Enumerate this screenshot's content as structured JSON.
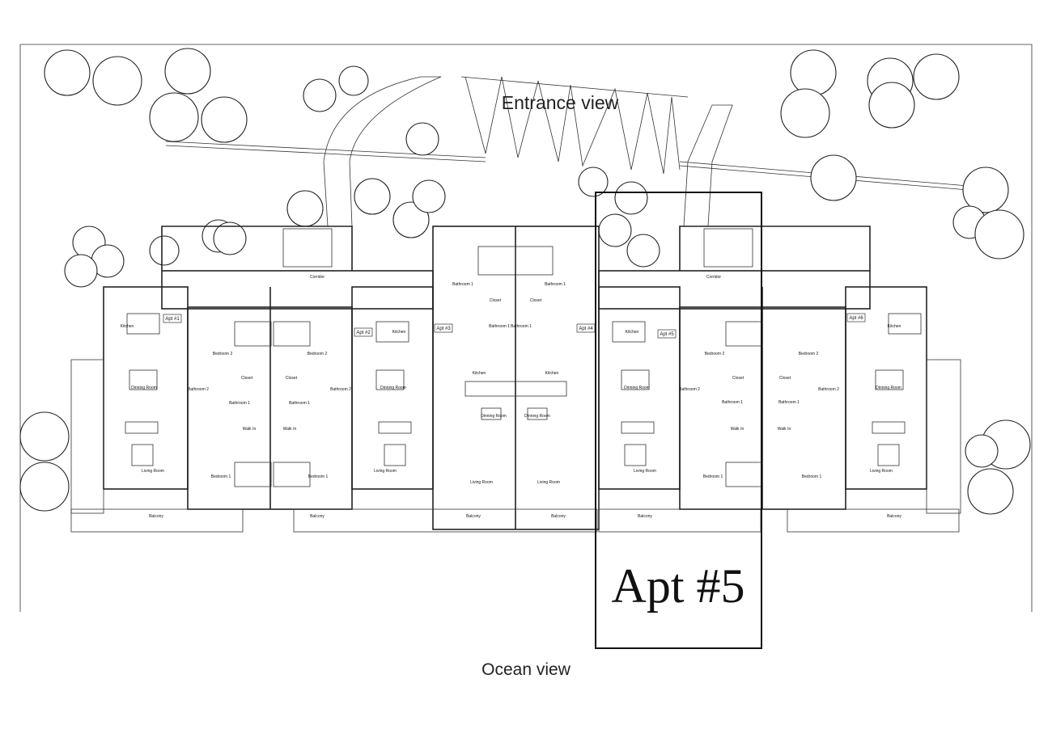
{
  "headings": {
    "entrance": "Entrance view",
    "ocean": "Ocean view",
    "highlight": "Apt #5"
  },
  "tags": [
    "Apt #1",
    "Apt #2",
    "Apt #3",
    "Apt #4",
    "Apt #5",
    "Apt #6"
  ],
  "rooms": [
    "Kitchen",
    "Bedroom 2",
    "Bedroom 2",
    "Dinning Room",
    "Bathroom 2",
    "Closet",
    "Closet",
    "Bathroom 1",
    "Bathroom 1",
    "Walk In",
    "Walk In",
    "Living Room",
    "Bedroom 1",
    "Bedroom 1",
    "Kitchen",
    "Bathroom 2",
    "Dinning Room",
    "Living Room",
    "Balcony",
    "Balcony",
    "Corridor",
    "Bathroom 1",
    "Bathroom 1",
    "Closet",
    "Closet",
    "Bathroom 1",
    "Bathroom 1",
    "Kitchen",
    "Kitchen",
    "Dinning Room",
    "Dinning Room",
    "Living Room",
    "Living Room",
    "Balcony",
    "Balcony",
    "Corridor",
    "Kitchen",
    "Bedroom 2",
    "Closet",
    "Bathroom 2",
    "Dinning Room",
    "Bathroom 1",
    "Walk In",
    "Living Room",
    "Bedroom 1",
    "Balcony",
    "Closet",
    "Bathroom 1",
    "Walk In",
    "Bedroom 2",
    "Bathroom 2",
    "Bedroom 1",
    "Kitchen",
    "Dinning Room",
    "Living Room",
    "Balcony"
  ],
  "colors": {
    "line": "#222222",
    "background": "#ffffff"
  }
}
